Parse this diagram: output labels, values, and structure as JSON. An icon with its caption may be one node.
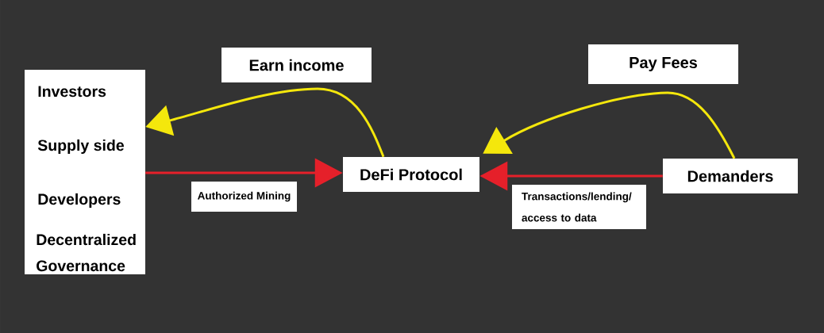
{
  "diagram": {
    "nodes": [
      {
        "text": [
          "Earn income"
        ]
      },
      {
        "text": [
          "Pay Fees"
        ]
      },
      {
        "text": [
          "Investors",
          "Supply side",
          "Developers",
          "Decentralized Governance"
        ]
      },
      {
        "text": [
          "DeFi Protocol"
        ]
      },
      {
        "text": [
          "Demanders"
        ]
      },
      {
        "text": [
          "Authorized Mining"
        ]
      },
      {
        "text": [
          "Transactions/lending/ access to data"
        ]
      }
    ],
    "edges": [
      {
        "from": 3,
        "to": 2,
        "arrow": "to",
        "color": "#f4e70c"
      },
      {
        "from": 4,
        "to": 3,
        "arrow": "to",
        "color": "#f4e70c"
      },
      {
        "from": 2,
        "to": 3,
        "arrow": "to",
        "color": "#e5202a"
      },
      {
        "from": 4,
        "to": 3,
        "arrow": "to",
        "color": "#e5202a"
      }
    ]
  }
}
